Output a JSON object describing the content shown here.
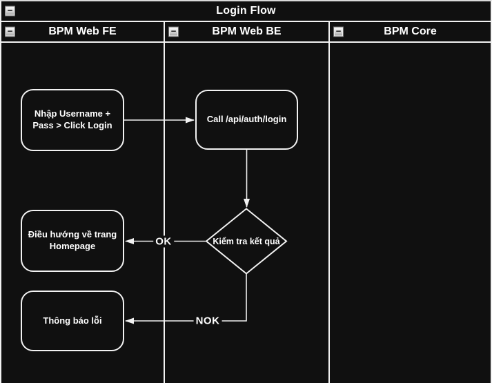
{
  "pool": {
    "title": "Login Flow"
  },
  "lanes": [
    {
      "label": "BPM Web FE"
    },
    {
      "label": "BPM Web BE"
    },
    {
      "label": "BPM Core"
    }
  ],
  "nodes": {
    "enter_credentials": {
      "label": "Nhập Username +\nPass > Click Login"
    },
    "call_login_api": {
      "label": "Call /api/auth/login"
    },
    "check_result": {
      "label": "Kiểm tra kết quả"
    },
    "navigate_homepage": {
      "label": "Điều hướng về trang\nHomepage"
    },
    "error_message": {
      "label": "Thông báo lỗi"
    }
  },
  "edges": [
    {
      "from": "enter_credentials",
      "to": "call_login_api",
      "label": ""
    },
    {
      "from": "call_login_api",
      "to": "check_result",
      "label": ""
    },
    {
      "from": "check_result",
      "to": "navigate_homepage",
      "label": "OK"
    },
    {
      "from": "check_result",
      "to": "error_message",
      "label": "NOK"
    }
  ],
  "icons": {
    "collapse_glyph": "−"
  },
  "colors": {
    "background": "#101010",
    "line": "#f2f2f2",
    "text": "#ffffff"
  }
}
